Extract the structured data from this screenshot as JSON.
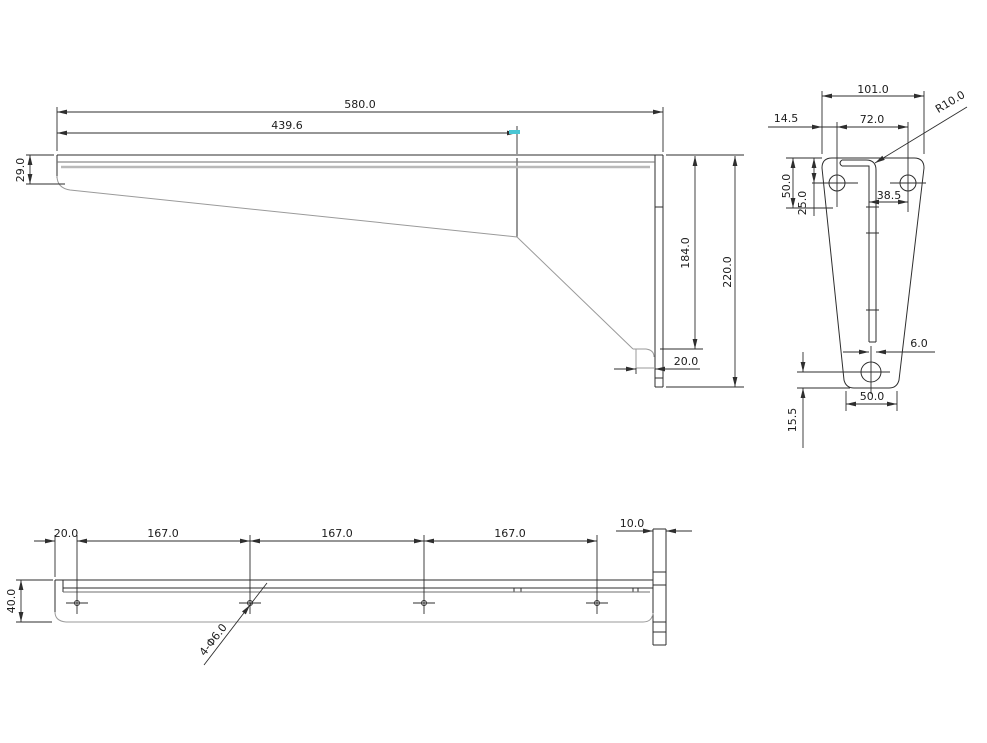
{
  "drawing": {
    "colors": {
      "background": "#ffffff",
      "line": "#2e2e2e",
      "light_line": "#9a9a9a",
      "accent_grip": "#49c6d4"
    },
    "views": {
      "side": {
        "dims": {
          "overall_length": "580.0",
          "taper_length": "439.6",
          "tip_height": "29.0",
          "drop_height": "184.0",
          "plate_height": "220.0",
          "foot_width": "20.0"
        }
      },
      "plate": {
        "dims": {
          "top_width": "101.0",
          "edge_to_hole": "14.5",
          "hole_spacing": "72.0",
          "corner_radius": "R10.0",
          "slot_depth": "50.0",
          "hole_drop": "25.0",
          "slot_to_hole": "38.5",
          "slot_width": "6.0",
          "bottom_width": "50.0",
          "bottom_hole_offset": "15.5"
        }
      },
      "plan": {
        "dims": {
          "end_to_hole": "20.0",
          "hole_pitch_a": "167.0",
          "hole_pitch_b": "167.0",
          "hole_pitch_c": "167.0",
          "plate_thickness": "10.0",
          "arm_width": "40.0",
          "holes_callout": "4-Φ6.0"
        }
      }
    }
  }
}
